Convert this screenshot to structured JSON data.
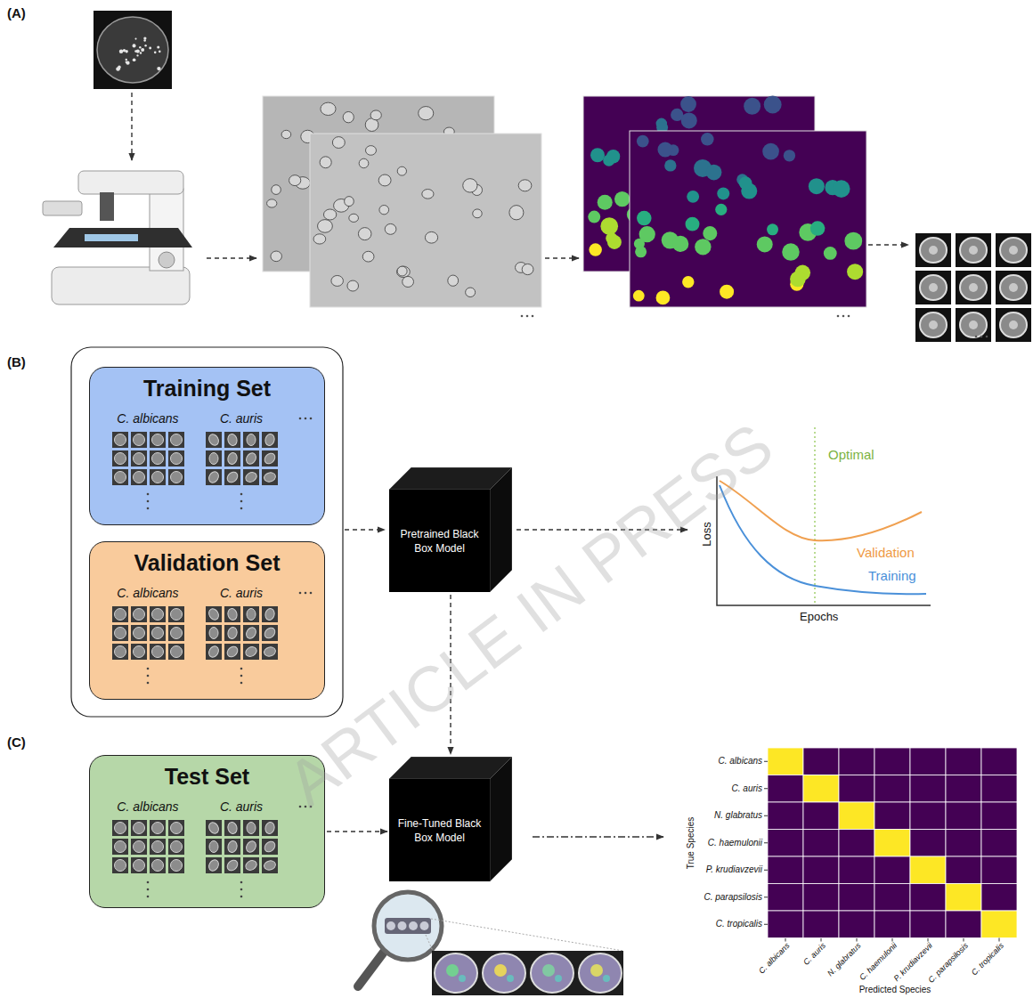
{
  "diagram": {
    "nodes": [
      {
        "text": [
          "Training Set",
          "C. albicans",
          "C. auris"
        ]
      },
      {
        "text": [
          "Validation Set",
          "C. albicans",
          "C. auris"
        ]
      },
      {
        "text": [
          "Pretrained Black Box Model"
        ]
      },
      {
        "text": [
          "Test Set",
          "C. albicans",
          "C. auris"
        ]
      },
      {
        "text": [
          "Fine-Tuned Black Box Model"
        ]
      }
    ],
    "edges": [
      {
        "from": 2,
        "to": 4,
        "arrow": "to"
      },
      {
        "from": 3,
        "to": 4,
        "arrow": "to"
      }
    ],
    "labels": [
      "(A)",
      "(B)",
      "Optimal",
      "Loss",
      "Validation",
      "Training",
      "Epochs",
      "ARTICLE IN PRESS",
      "(C)",
      "C. albicans",
      "C. auris",
      "N. glabratus",
      "C. haemulonii",
      "P. krudiavzevii",
      "C. parapsilosis",
      "C. tropicalis",
      "True Species",
      "C. albicans",
      "C. auris",
      "N. glabratus",
      "C. haemulonii",
      "P. krudiavzevii",
      "C. parapsilosis",
      "C. tropicalis",
      "Predicted Species"
    ]
  }
}
